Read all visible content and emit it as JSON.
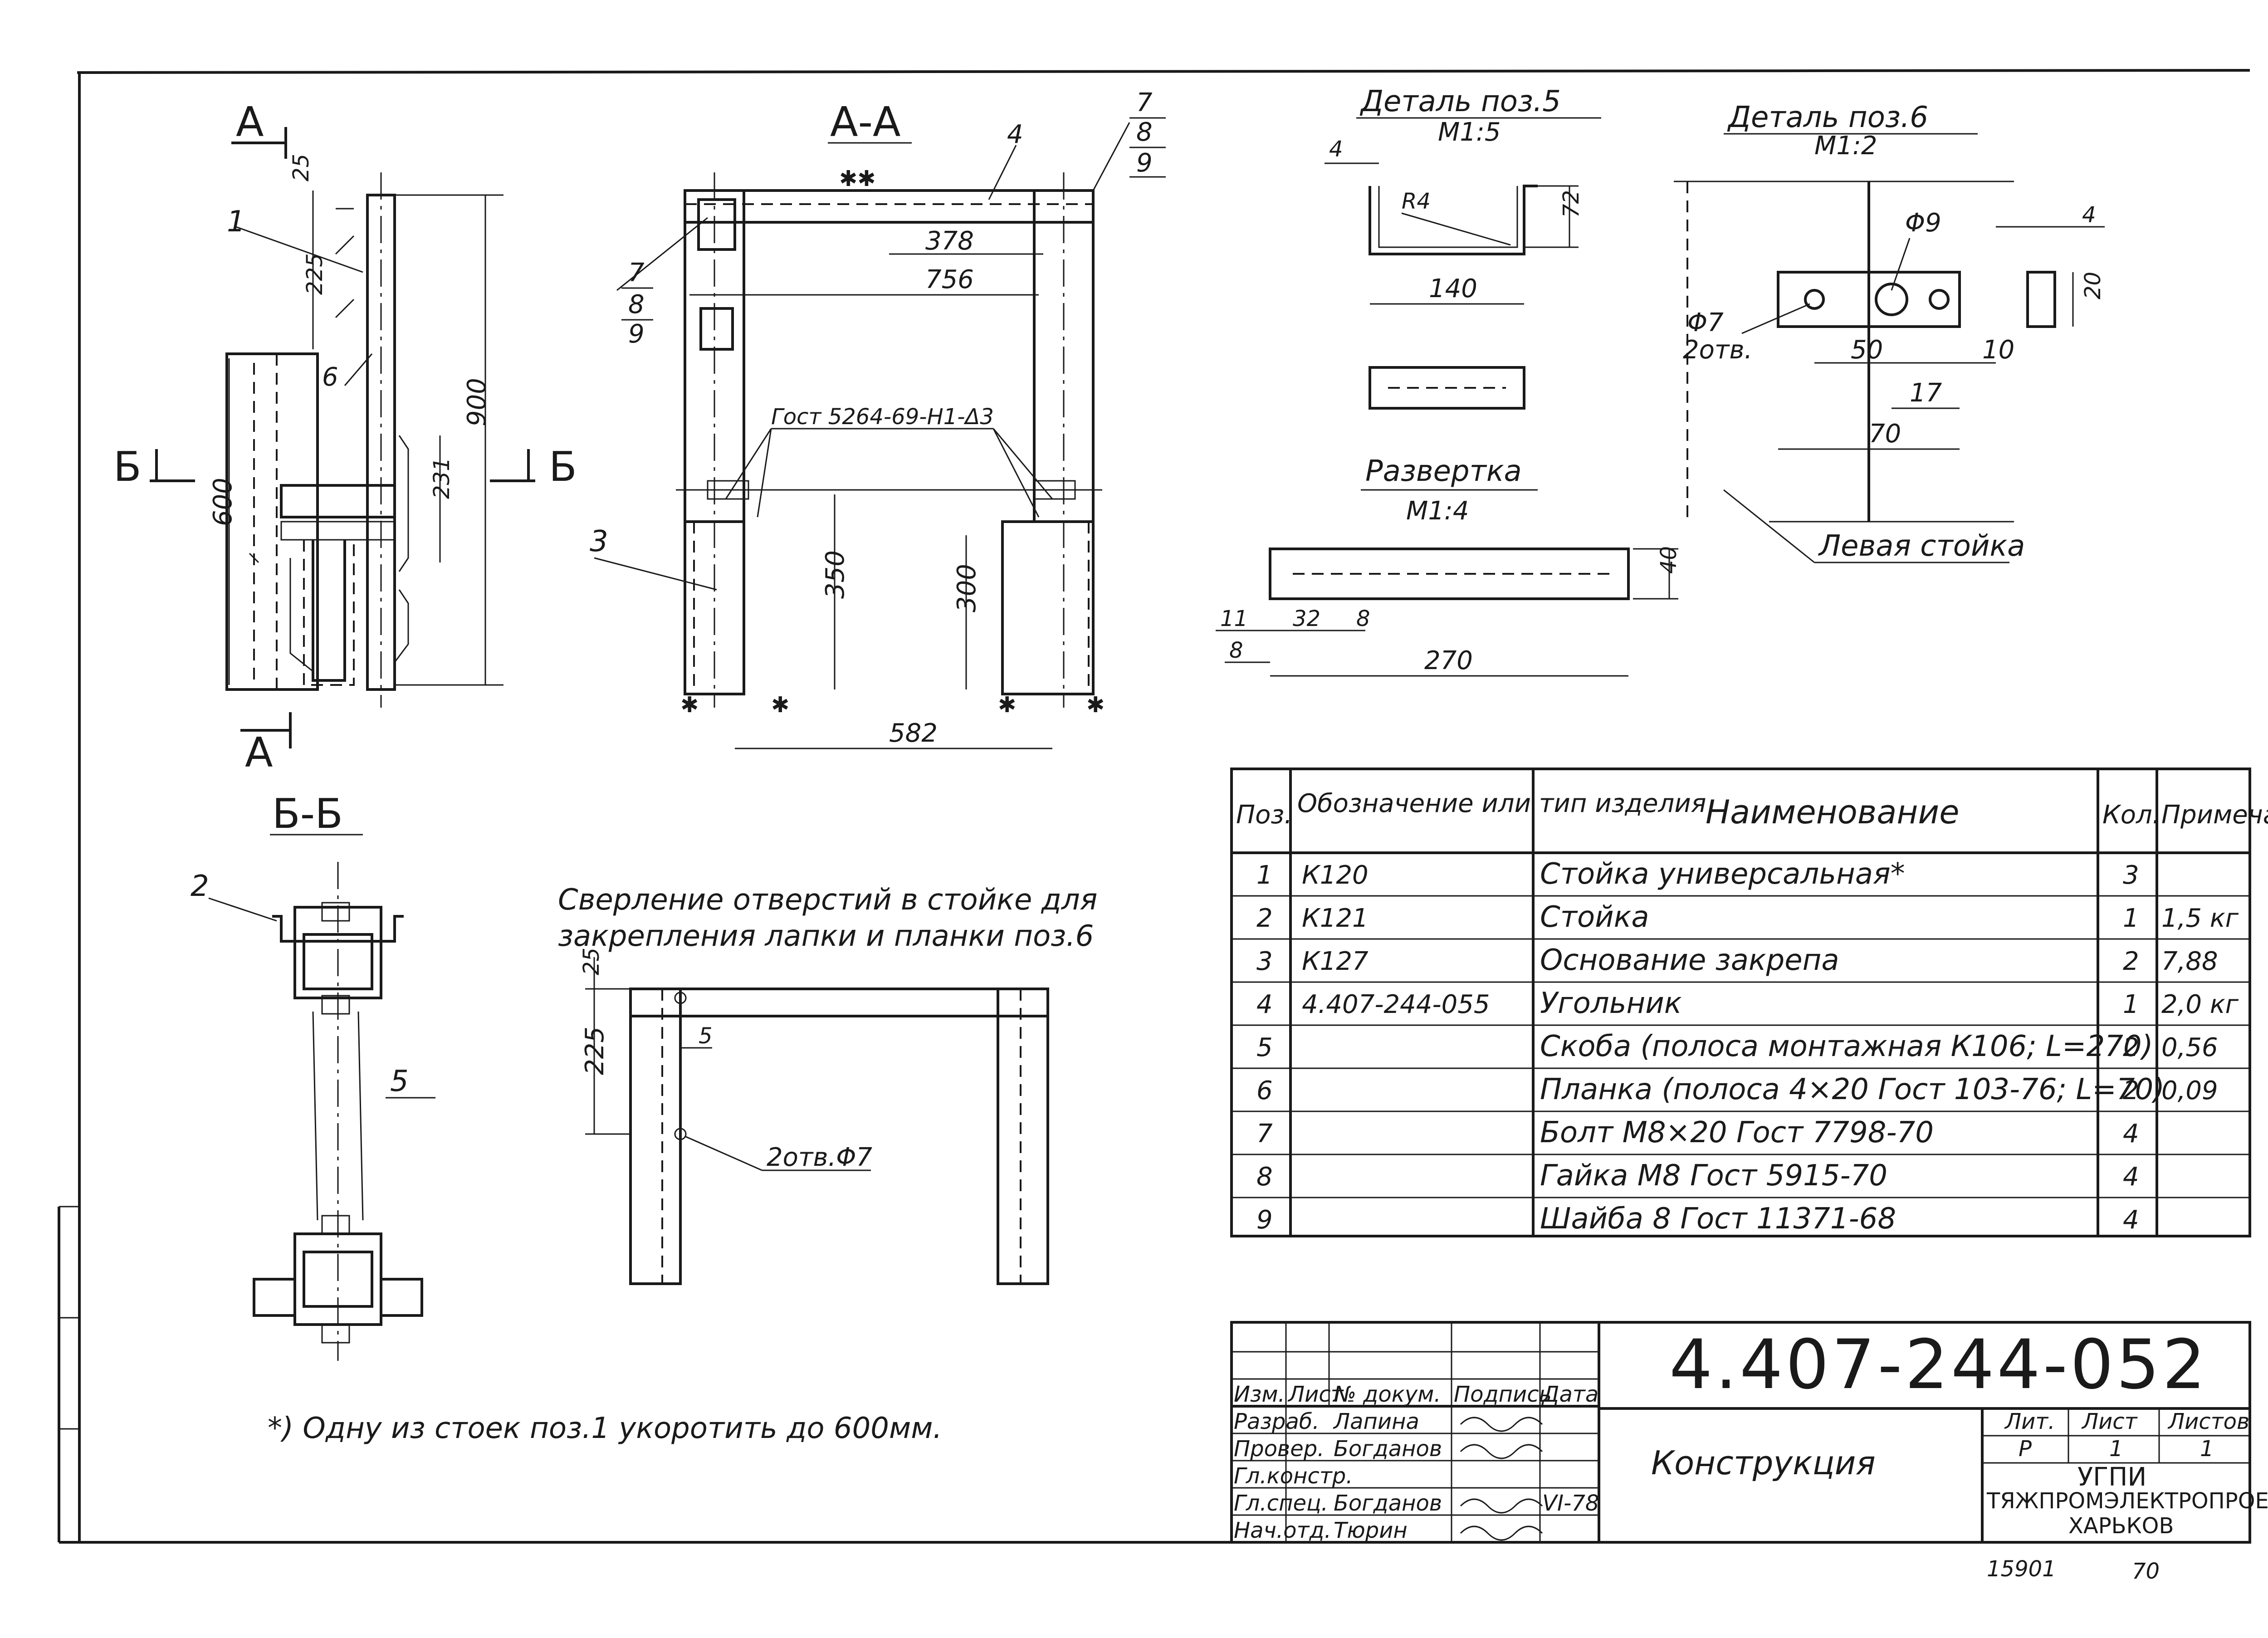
{
  "sections": {
    "a_label": "А",
    "b_label": "Б",
    "aa_title": "А-А",
    "bb_title": "Б-Б",
    "detail5_title": "Деталь поз.5",
    "detail5_scale": "М1:5",
    "detail6_title": "Деталь поз.6",
    "detail6_scale": "М1:2",
    "razvertka_title": "Развертка",
    "razvertka_scale": "М1:4",
    "drill_note_line1": "Сверление отверстий в стойке для",
    "drill_note_line2": "закрепления лапки и планки поз.6"
  },
  "dims": {
    "v25": "25",
    "v225": "225",
    "v900": "900",
    "v600": "600",
    "v231": "231",
    "aa378": "378",
    "aa756": "756",
    "aa350": "350",
    "aa300": "300",
    "aa582": "582",
    "weld": "Гост 5264-69-Н1-Δ3",
    "d5_4": "4",
    "d5_r4": "R4",
    "d5_72": "72",
    "d5_140": "140",
    "d6_phi9": "Φ9",
    "d6_phi7": "Φ7",
    "d6_2otv": "2отв.",
    "d6_4": "4",
    "d6_20": "20",
    "d6_50": "50",
    "d6_10": "10",
    "d6_17": "17",
    "d6_70": "70",
    "d6_left": "Левая стойка",
    "r_40": "40",
    "r_11": "11",
    "r_32": "32",
    "r_8a": "8",
    "r_8b": "8",
    "r_270": "270",
    "dr_25": "25",
    "dr_225": "225",
    "dr_5": "5",
    "dr_hole": "2отв.Φ7"
  },
  "pos": {
    "p1": "1",
    "p2": "2",
    "p3": "3",
    "p4": "4",
    "p5": "5",
    "p5b": "5",
    "p6": "6",
    "p7a": "7",
    "p8a": "8",
    "p9a": "9",
    "p7b": "7",
    "p8b": "8",
    "p9b": "9"
  },
  "footnote": "*) Одну из стоек поз.1 укоротить до 600мм.",
  "spec": {
    "headers": [
      "Поз.",
      "Обозначение или тип изделия",
      "Наименование",
      "Кол.",
      "Примечание"
    ],
    "rows": [
      [
        "1",
        "К120",
        "Стойка универсальная*",
        "3",
        ""
      ],
      [
        "2",
        "К121",
        "Стойка",
        "1",
        "1,5 кг"
      ],
      [
        "3",
        "К127",
        "Основание закрепа",
        "2",
        "7,88"
      ],
      [
        "4",
        "4.407-244-055",
        "Угольник",
        "1",
        "2,0 кг"
      ],
      [
        "5",
        "",
        "Скоба (полоса монтажная К106; L=270)",
        "2",
        "0,56"
      ],
      [
        "6",
        "",
        "Планка (полоса 4×20 Гост 103-76; L=70)",
        "2",
        "0,09"
      ],
      [
        "7",
        "",
        "Болт М8×20 Гост 7798-70",
        "4",
        ""
      ],
      [
        "8",
        "",
        "Гайка М8 Гост 5915-70",
        "4",
        ""
      ],
      [
        "9",
        "",
        "Шайба 8 Гост 11371-68",
        "4",
        ""
      ]
    ]
  },
  "title_block": {
    "doc_number": "4.407-244-052",
    "name": "Конструкция",
    "col_izm": "Изм.",
    "col_list": "Лист",
    "col_ndoc": "№ докум.",
    "col_podp": "Подпись",
    "col_data": "Дата",
    "roles": [
      "Разраб.",
      "Провер.",
      "Гл.констр.",
      "Гл.спец.",
      "Нач.отд."
    ],
    "names": [
      "Лапина",
      "Богданов",
      "",
      "Богданов",
      "Тюрин"
    ],
    "date": "VI-78",
    "lit_h": "Лит.",
    "list_h": "Лист",
    "listov_h": "Листов",
    "lit": "Р",
    "list": "1",
    "listov": "1",
    "org1": "УГПИ",
    "org2": "ТЯЖПРОМЭЛЕКТРОПРОЕКТ",
    "org3": "ХАРЬКОВ"
  },
  "margin_notes": {
    "n1": "15901",
    "n2": "70"
  }
}
